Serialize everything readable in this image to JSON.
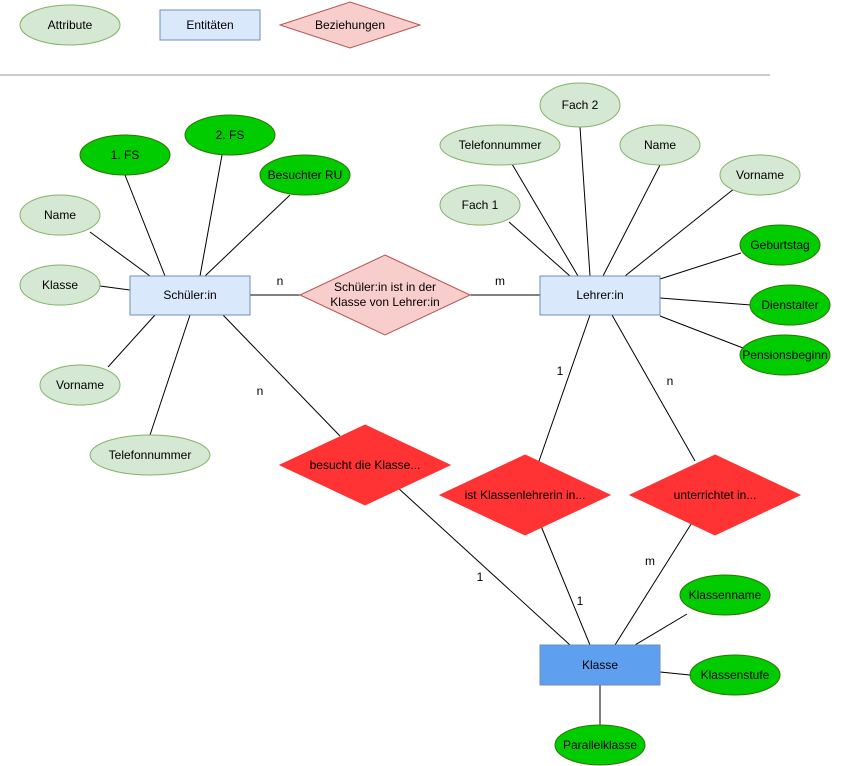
{
  "colors": {
    "attribute_fill": "#d5e8d4",
    "attribute_stroke": "#82b366",
    "key_attribute_fill": "#00cc00",
    "key_attribute_stroke": "#2d7600",
    "entity_fill": "#dae8fc",
    "entity_stroke": "#6c8ebf",
    "entity_dark_fill": "#5ea0ef",
    "entity_dark_stroke": "#6c8ebf",
    "relation_light_fill": "#f8cecc",
    "relation_light_stroke": "#b85450",
    "relation_dark_fill": "#ff3333",
    "relation_dark_stroke": "#ff3333"
  },
  "legend": {
    "attribute": "Attribute",
    "entity": "Entitäten",
    "relation": "Beziehungen"
  },
  "entities": {
    "schueler": "Schüler:in",
    "lehrer": "Lehrer:in",
    "klasse": "Klasse"
  },
  "relations": {
    "schueler_lehrer_line1": "Schüler:in ist in der",
    "schueler_lehrer_line2": "Klasse von Lehrer:in",
    "besucht": "besucht die Klasse...",
    "klassenlehrer": "ist Klassenlehrerin in...",
    "unterrichtet": "unterrichtet in..."
  },
  "attributes": {
    "schueler_fs1": "1. FS",
    "schueler_fs2": "2. FS",
    "schueler_ru": "Besuchter RU",
    "schueler_name": "Name",
    "schueler_klasse": "Klasse",
    "schueler_vorname": "Vorname",
    "schueler_telefon": "Telefonnummer",
    "lehrer_fach2": "Fach 2",
    "lehrer_telefon": "Telefonnummer",
    "lehrer_name": "Name",
    "lehrer_vorname": "Vorname",
    "lehrer_fach1": "Fach 1",
    "lehrer_geburtstag": "Geburtstag",
    "lehrer_dienstalter": "Dienstalter",
    "lehrer_pension": "Pensionsbeginn",
    "klasse_name": "Klassenname",
    "klasse_stufe": "Klassenstufe",
    "klasse_parallel": "Parallelklasse"
  },
  "cardinalities": {
    "sl_schueler": "n",
    "sl_lehrer": "m",
    "besucht_schueler": "n",
    "besucht_klasse": "1",
    "klassenlehrer_lehrer": "1",
    "klassenlehrer_klasse": "1",
    "unterrichtet_lehrer": "n",
    "unterrichtet_klasse": "m"
  }
}
